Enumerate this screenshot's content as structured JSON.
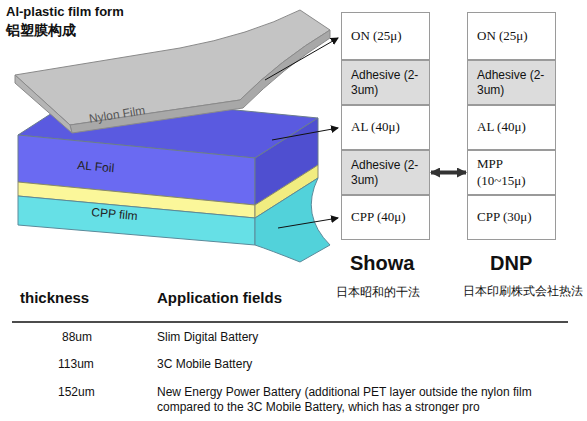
{
  "diagram": {
    "title": "Al-plastic film form",
    "nodes": [
      {
        "text": [
          "ON (25μ)"
        ]
      },
      {
        "text": [
          "Adhesive (2-3um)"
        ]
      },
      {
        "text": [
          "AL (40μ)"
        ]
      },
      {
        "text": [
          "Adhesive (2-3um)"
        ]
      },
      {
        "text": [
          "CPP (40μ)"
        ]
      },
      {
        "text": [
          "ON (25μ)"
        ]
      },
      {
        "text": [
          "Adhesive (2-3um)"
        ]
      },
      {
        "text": [
          "AL (40μ)"
        ]
      },
      {
        "text": [
          "MPP (10~15μ)"
        ]
      },
      {
        "text": [
          "CPP (30μ)"
        ]
      }
    ],
    "edges": [
      {
        "from": 3,
        "to": 8,
        "arrow": "both"
      }
    ],
    "labels": [
      "铝塑膜构成",
      "Nylon Film",
      "AL Foil",
      "CPP film",
      "Showa",
      "日本昭和的干法",
      "DNP",
      "日本印刷株式会社热法",
      "thickness",
      "Application fields",
      "88um",
      "Slim Digital Battery",
      "113um",
      "3C Mobile Battery",
      "152um",
      "New Energy Power Battery (additional PET layer outside the nylon film compared to the 3C Mobile Battery, which has a stronger pro"
    ]
  }
}
